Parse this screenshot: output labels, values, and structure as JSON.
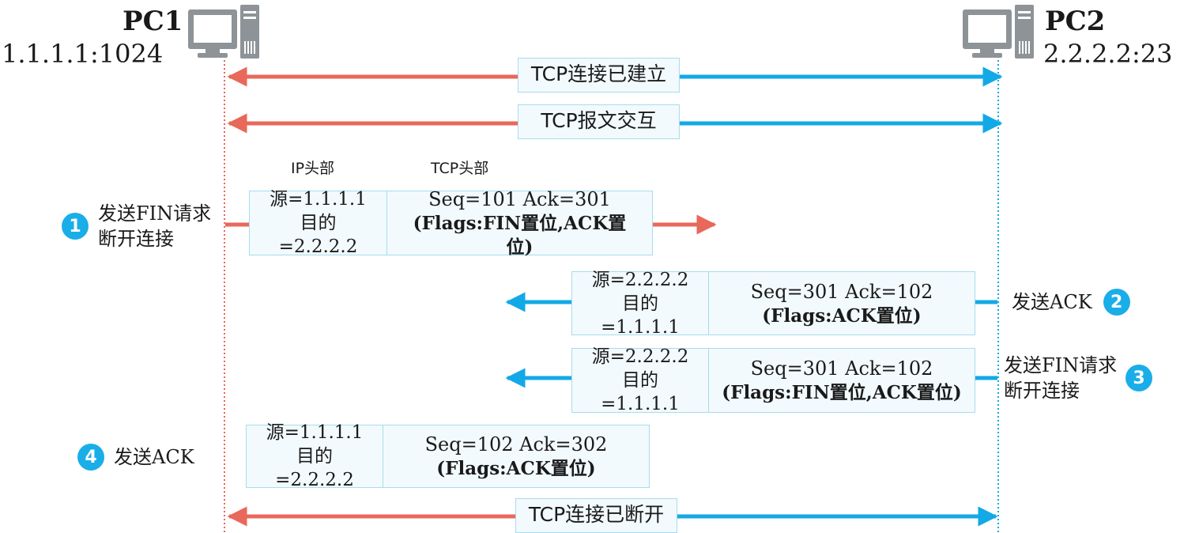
{
  "pc1": {
    "name": "PC1",
    "address": "1.1.1.1:1024"
  },
  "pc2": {
    "name": "PC2",
    "address": "2.2.2.2:23"
  },
  "banners": {
    "established": "TCP连接已建立",
    "exchange": "TCP报文交互",
    "closed": "TCP连接已断开"
  },
  "header_labels": {
    "ip": "IP头部",
    "tcp": "TCP头部"
  },
  "steps": [
    {
      "number": "1",
      "text": "发送FIN请求断开连接"
    },
    {
      "number": "2",
      "text": "发送ACK"
    },
    {
      "number": "3",
      "text": "发送FIN请求断开连接"
    },
    {
      "number": "4",
      "text": "发送ACK"
    }
  ],
  "packets": [
    {
      "ip_src": "源=1.1.1.1",
      "ip_dst_label": "目的",
      "ip_dst": "=2.2.2.2",
      "seq_ack": "Seq=101  Ack=301",
      "flags": "(Flags:FIN置位,ACK置位)"
    },
    {
      "ip_src": "源=2.2.2.2",
      "ip_dst_label": "目的",
      "ip_dst": "=1.1.1.1",
      "seq_ack": "Seq=301 Ack=102",
      "flags": "(Flags:ACK置位)"
    },
    {
      "ip_src": "源=2.2.2.2",
      "ip_dst_label": "目的",
      "ip_dst": "=1.1.1.1",
      "seq_ack": "Seq=301 Ack=102",
      "flags": "(Flags:FIN置位,ACK置位)"
    },
    {
      "ip_src": "源=1.1.1.1",
      "ip_dst_label": "目的",
      "ip_dst": "=2.2.2.2",
      "seq_ack": "Seq=102  Ack=302",
      "flags": "(Flags:ACK置位)"
    }
  ],
  "colors": {
    "pc1_side": "#e8685a",
    "pc2_side": "#12a9e6",
    "box_border": "#a8dcee",
    "box_fill": "#f2fafd",
    "step_badge": "#1aaee8"
  },
  "icons": {
    "pc1": "desktop-computer-icon",
    "pc2": "desktop-computer-icon"
  }
}
